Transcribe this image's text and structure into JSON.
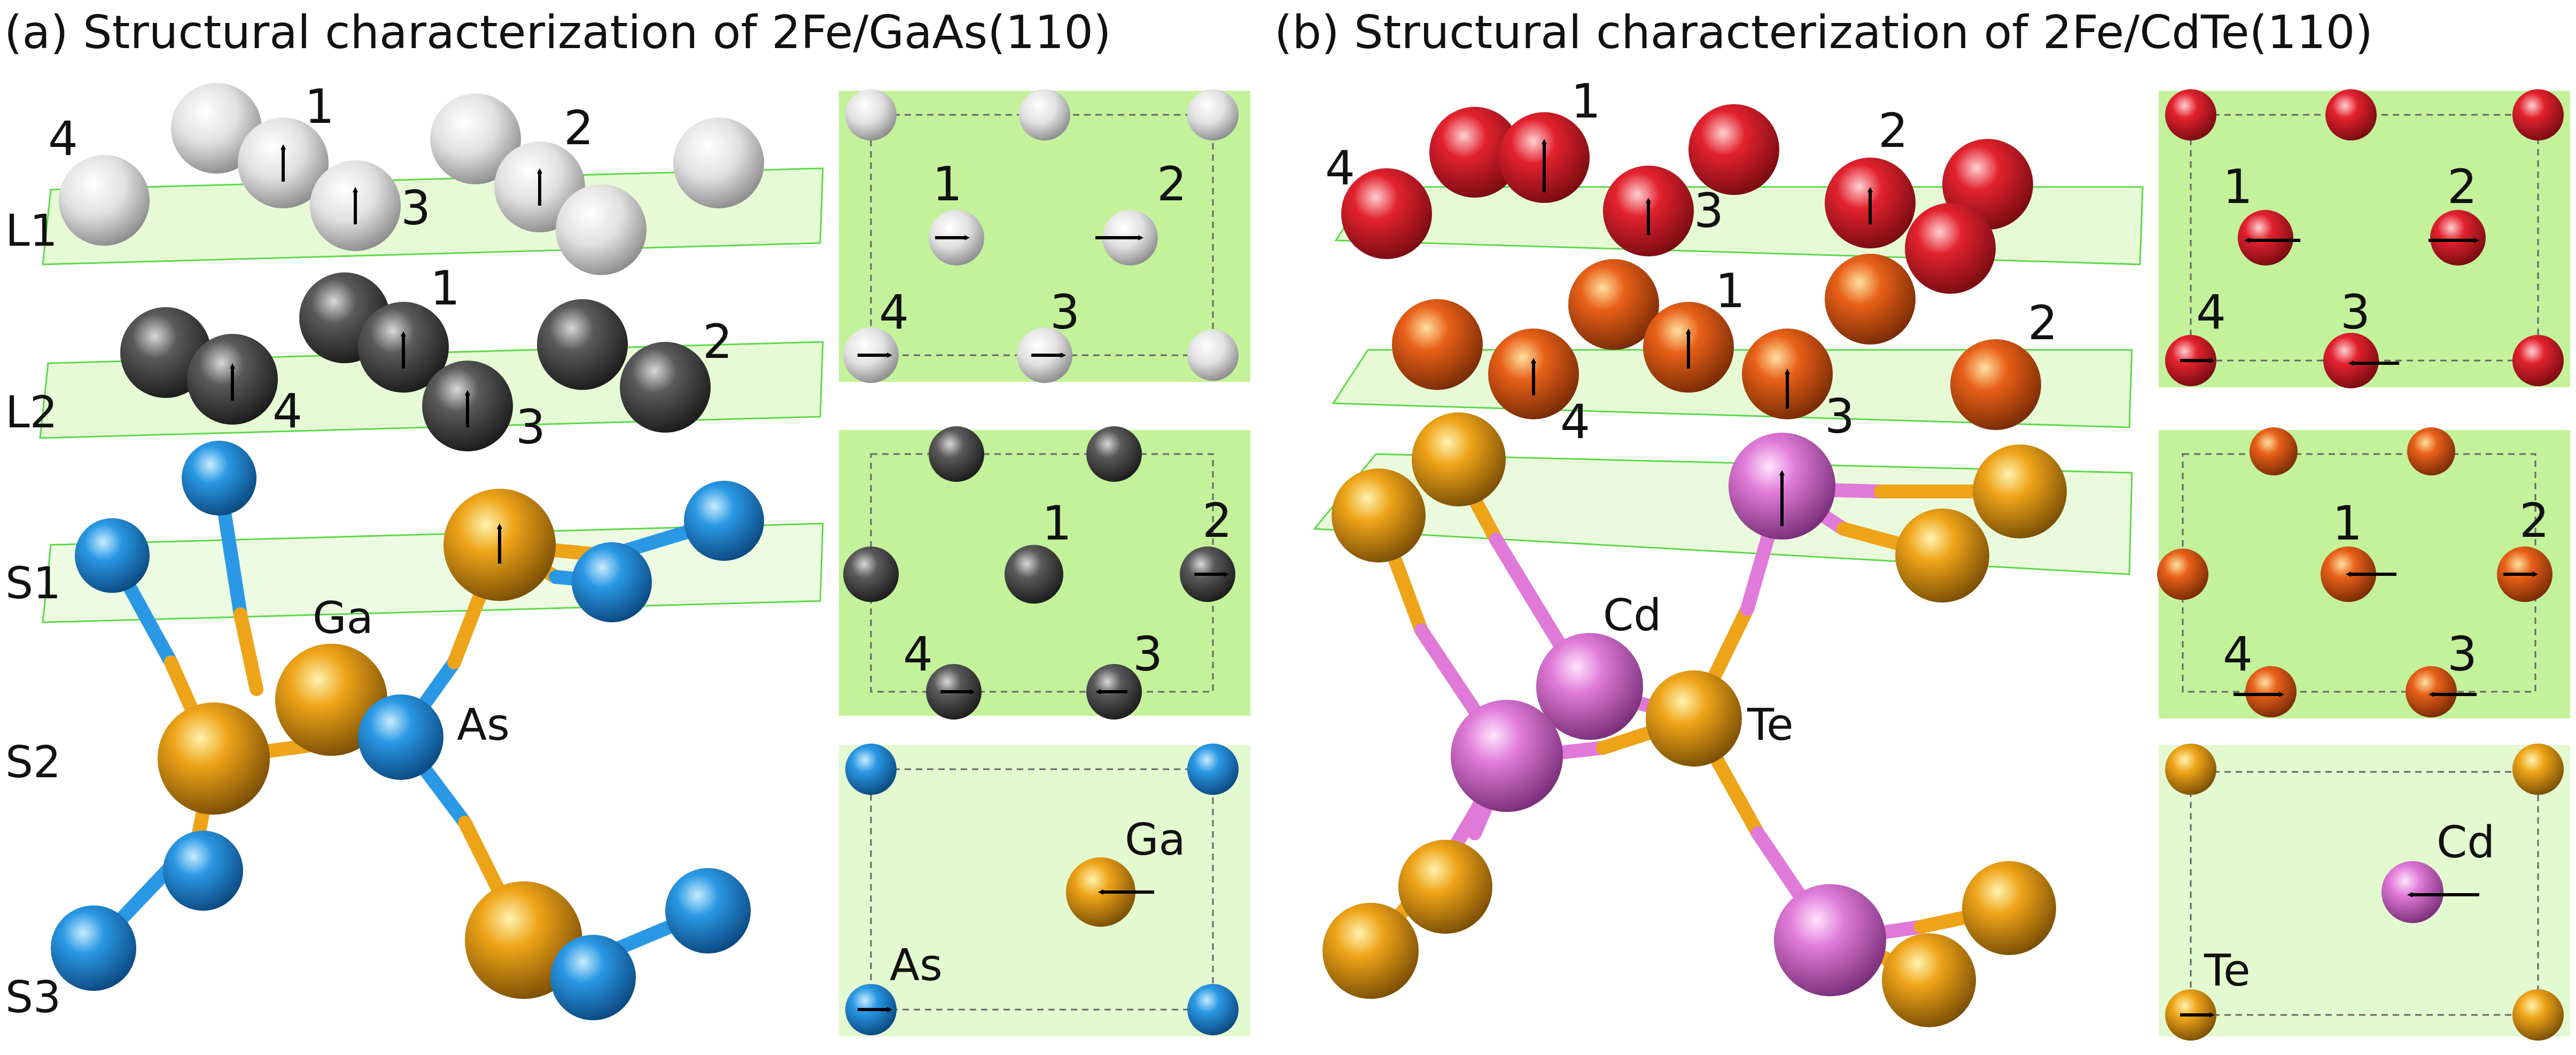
{
  "panel_a": {
    "title": "(a) Structural characterization of 2Fe/GaAs(110)",
    "layer_labels": [
      "L1",
      "L2",
      "S1",
      "S2",
      "S3"
    ],
    "atom_labels": {
      "ga": "Ga",
      "as": "As"
    },
    "l1_numbers": [
      "1",
      "2",
      "3",
      "4"
    ],
    "l2_numbers": [
      "1",
      "2",
      "3",
      "4"
    ],
    "topview_l1_numbers": [
      "1",
      "2",
      "4",
      "3"
    ],
    "topview_l2_numbers": [
      "1",
      "2",
      "4",
      "3"
    ],
    "topview_sub_labels": {
      "ga": "Ga",
      "as": "As"
    }
  },
  "panel_b": {
    "title": "(b) Structural characterization of 2Fe/CdTe(110)",
    "atom_labels": {
      "cd": "Cd",
      "te": "Te"
    },
    "l1_numbers": [
      "1",
      "2",
      "3",
      "4"
    ],
    "l2_numbers": [
      "1",
      "2",
      "3",
      "4"
    ],
    "topview_l1_numbers": [
      "1",
      "2",
      "4",
      "3"
    ],
    "topview_l2_numbers": [
      "1",
      "2",
      "4",
      "3"
    ],
    "topview_sub_labels": {
      "cd": "Cd",
      "te": "Te"
    }
  },
  "colors": {
    "fe_l1_gaas": "#d9d9d9",
    "fe_l2_gaas": "#4a4a4a",
    "fe_l1_cdte": "#e0202e",
    "fe_l2_cdte": "#e8601a",
    "ga_te": "#f0a818",
    "as": "#1e8fe0",
    "cd": "#e070d8",
    "plane": "#b8f08a"
  }
}
